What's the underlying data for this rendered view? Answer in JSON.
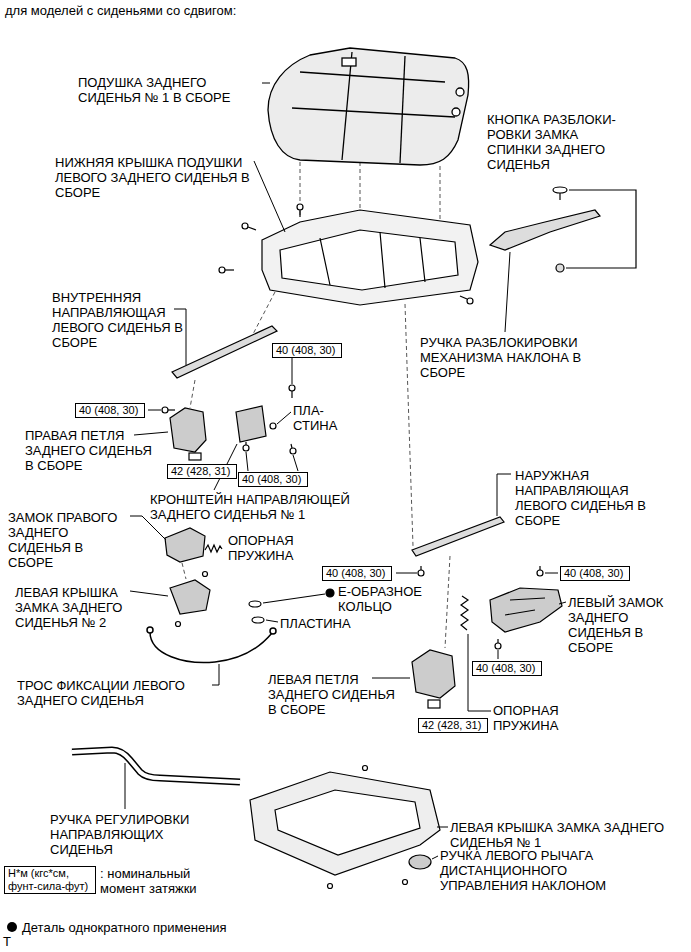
{
  "diagram": {
    "title": "для моделей с сиденьями со сдвигом:",
    "nodes": [
      {
        "text": [
          "40 (408, 30)"
        ]
      },
      {
        "text": [
          "40 (408, 30)"
        ]
      },
      {
        "text": [
          "42 (428, 31)"
        ]
      },
      {
        "text": [
          "40 (408, 30)"
        ]
      },
      {
        "text": [
          "40 (408, 30)"
        ]
      },
      {
        "text": [
          "40 (408, 30)"
        ]
      },
      {
        "text": [
          "40 (408, 30)"
        ]
      },
      {
        "text": [
          "42 (428, 31)"
        ]
      },
      {
        "text": [
          "Н*м (кгс*см, фунт-сила-фут)"
        ]
      }
    ],
    "labels": [
      "ПОДУШКА ЗАДНЕГО СИДЕНЬЯ № 1 В СБОРЕ",
      "КНОПКА РАЗБЛОКИ- РОВКИ ЗАМКА СПИНКИ ЗАДНЕГО СИДЕНЬЯ",
      "НИЖНЯЯ КРЫШКА ПОДУШКИ ЛЕВОГО ЗАДНЕГО СИДЕНЬЯ В СБОРЕ",
      "ВНУТРЕННЯЯ НАПРАВЛЯЮЩАЯ ЛЕВОГО СИДЕНЬЯ В СБОРЕ",
      "РУЧКА РАЗБЛОКИРОВКИ МЕХАНИЗМА НАКЛОНА В СБОРЕ",
      "ПЛА- СТИНА",
      "ПРАВАЯ ПЕТЛЯ ЗАДНЕГО СИДЕНЬЯ В СБОРЕ",
      "КРОНШТЕЙН НАПРАВЛЯЮЩЕЙ ЗАДНЕГО СИДЕНЬЯ № 1",
      "НАРУЖНАЯ НАПРАВЛЯЮЩАЯ ЛЕВОГО СИДЕНЬЯ В СБОРЕ",
      "ЗАМОК ПРАВОГО ЗАДНЕГО СИДЕНЬЯ В СБОРЕ",
      "ОПОРНАЯ ПРУЖИНА",
      "Е-ОБРАЗНОЕ КОЛЬЦО",
      "ЛЕВАЯ КРЫШКА ЗАМКА ЗАДНЕГО СИДЕНЬЯ № 2",
      "ЛЕВЫЙ ЗАМОК ЗАДНЕГО СИДЕНЬЯ В СБОРЕ",
      "ПЛАСТИНА",
      "ТРОС ФИКСАЦИИ ЛЕВОГО ЗАДНЕГО СИДЕНЬЯ",
      "ЛЕВАЯ ПЕТЛЯ ЗАДНЕГО СИДЕНЬЯ В СБОРЕ",
      "ОПОРНАЯ ПРУЖИНА",
      "РУЧКА РЕГУЛИРОВКИ НАПРАВЛЯЮЩИХ СИДЕНЬЯ",
      "ЛЕВАЯ КРЫШКА ЗАМКА ЗАДНЕГО СИДЕНЬЯ № 1",
      "РУЧКА ЛЕВОГО РЫЧАГА ДИСТАНЦИОННОГО УПРАВЛЕНИЯ НАКЛОНОМ",
      "T"
    ],
    "legend": [
      {
        "text": ": номинальный момент затяжки"
      },
      {
        "text": "Деталь однократного применения"
      }
    ]
  }
}
